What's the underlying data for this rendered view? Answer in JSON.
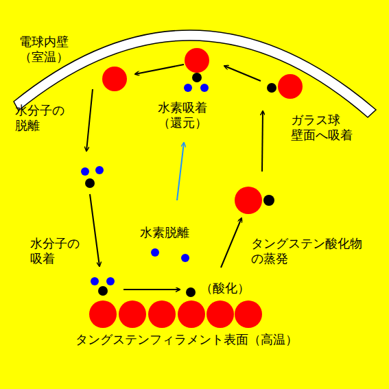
{
  "diagram": {
    "labels": [
      "電球内壁 （室温）",
      "水分子の 脱離",
      "水素吸着 （還元）",
      "ガラス球 壁面へ吸着",
      "水素脱離",
      "水分子の 吸着",
      "タングステン酸化物 の蒸発",
      "（酸化）",
      "タングステンフィラメント表面（高温）"
    ]
  }
}
